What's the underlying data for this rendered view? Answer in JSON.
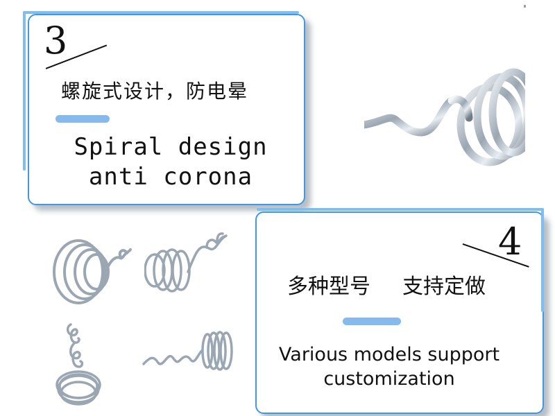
{
  "card_3": {
    "number": "3",
    "heading_zh": "螺旋式设计，防电晕",
    "heading_en_line1": "Spiral design",
    "heading_en_line2": "anti corona"
  },
  "card_4": {
    "number": "4",
    "heading_zh_part1": "多种型号",
    "heading_zh_part2": "支持定做",
    "heading_en_line1": "Various models support",
    "heading_en_line2": "customization"
  },
  "colors": {
    "border_blue": "#3f97e6",
    "accent_blue": "#86b9ec",
    "line_blue": "#7fbeef",
    "metal_silver": "#9aa6b2"
  },
  "icons": [
    "spiral-wire-coil-photo",
    "cone-spring-photo",
    "tapered-coil-spring-photo",
    "compact-spiral-spring-photo",
    "long-tail-coil-spring-photo"
  ]
}
